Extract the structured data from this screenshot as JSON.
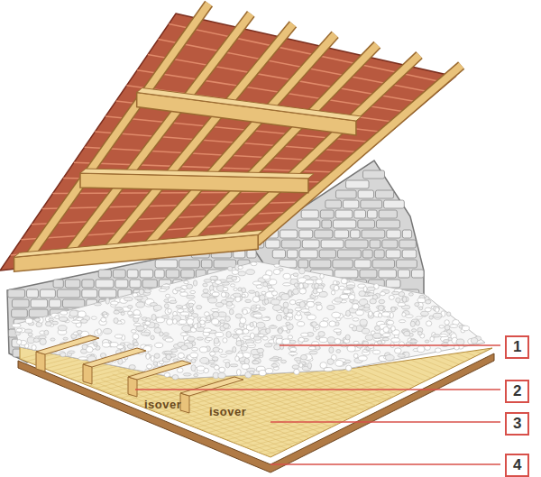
{
  "diagram": {
    "labels": [
      "1",
      "2",
      "3",
      "4",
      "isover",
      "isover"
    ]
  }
}
